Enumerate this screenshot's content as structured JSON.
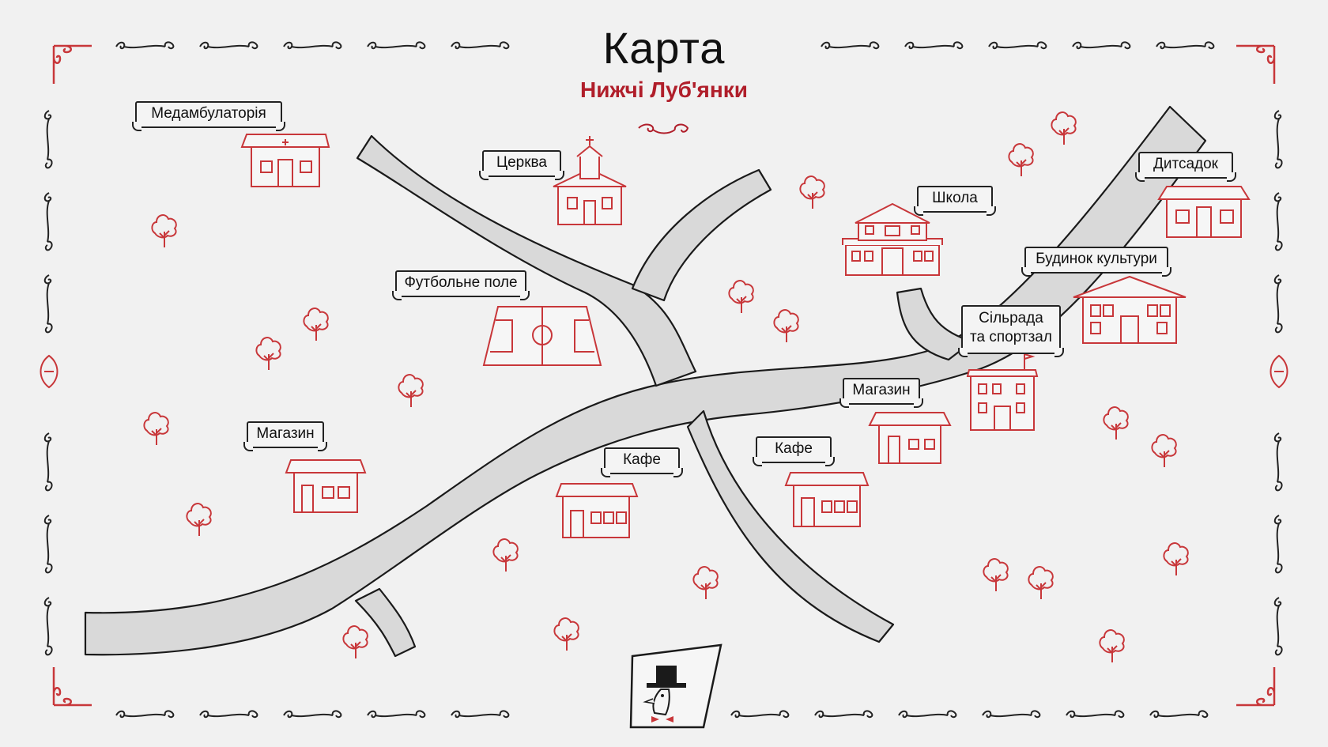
{
  "title": "Карта",
  "subtitle": "Нижчі Луб'янки",
  "colors": {
    "red": "#c8373a",
    "road": "#d9d9d9",
    "ink": "#1a1a1a",
    "paper": "#f1f1f1",
    "subtitle": "#b01e2a"
  },
  "labels": {
    "medambulatoria": "Медамбулаторія",
    "tserkva": "Церква",
    "shkola": "Школа",
    "dytsadok": "Дитсадок",
    "budynok_kultury": "Будинок культури",
    "silrada": "Сільрада\nта спортзал",
    "futbolne_pole": "Футбольне поле",
    "mahazyn_left": "Магазин",
    "mahazyn_right": "Магазин",
    "kafe_left": "Кафе",
    "kafe_right": "Кафе"
  },
  "icons": [
    "house-icon",
    "church-icon",
    "school-icon",
    "shop-icon",
    "cafe-icon",
    "football-field-icon",
    "tree-icon",
    "mascot-logo-icon",
    "ornament-icon"
  ]
}
